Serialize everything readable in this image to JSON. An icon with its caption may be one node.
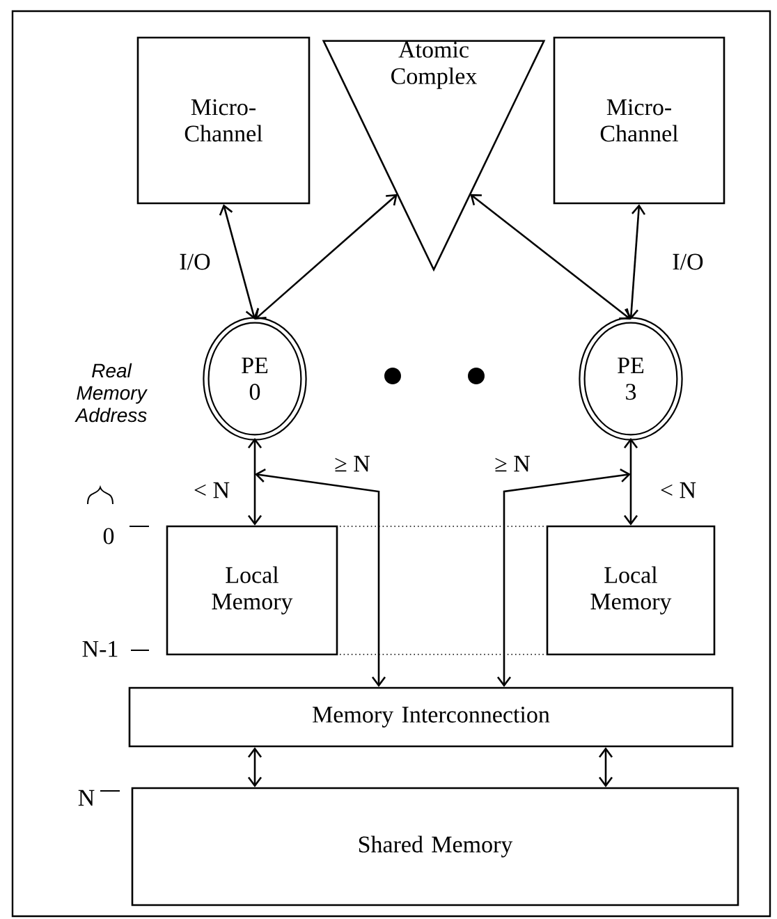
{
  "diagram": {
    "nodes": [
      {
        "text": [
          "Micro-Channel"
        ]
      },
      {
        "text": [
          "Atomic Complex"
        ]
      },
      {
        "text": [
          "Micro-Channel"
        ]
      },
      {
        "text": [
          "PE 0"
        ]
      },
      {
        "text": [
          "PE 3"
        ]
      },
      {
        "text": [
          "Local Memory"
        ]
      },
      {
        "text": [
          "Local Memory"
        ]
      },
      {
        "text": [
          "Memory Interconnection"
        ]
      },
      {
        "text": [
          "Shared Memory"
        ]
      }
    ],
    "edges": [
      {
        "from": 0,
        "to": 3,
        "arrow": "both",
        "label": "I/O"
      },
      {
        "from": 3,
        "to": 1,
        "arrow": "both"
      },
      {
        "from": 4,
        "to": 1,
        "arrow": "both"
      },
      {
        "from": 2,
        "to": 4,
        "arrow": "both",
        "label": "I/O"
      },
      {
        "from": 3,
        "to": 5,
        "arrow": "both",
        "label": "< N"
      },
      {
        "from": 4,
        "to": 6,
        "arrow": "both",
        "label": "< N"
      },
      {
        "from": 3,
        "to": 7,
        "arrow": "both",
        "label": "≥ N"
      },
      {
        "from": 4,
        "to": 7,
        "arrow": "both",
        "label": "≥ N"
      },
      {
        "from": 7,
        "to": 8,
        "arrow": "both"
      },
      {
        "from": 7,
        "to": 8,
        "arrow": "both"
      }
    ],
    "labels": [
      "Real Memory Address",
      "0",
      "N-1",
      "N"
    ]
  }
}
